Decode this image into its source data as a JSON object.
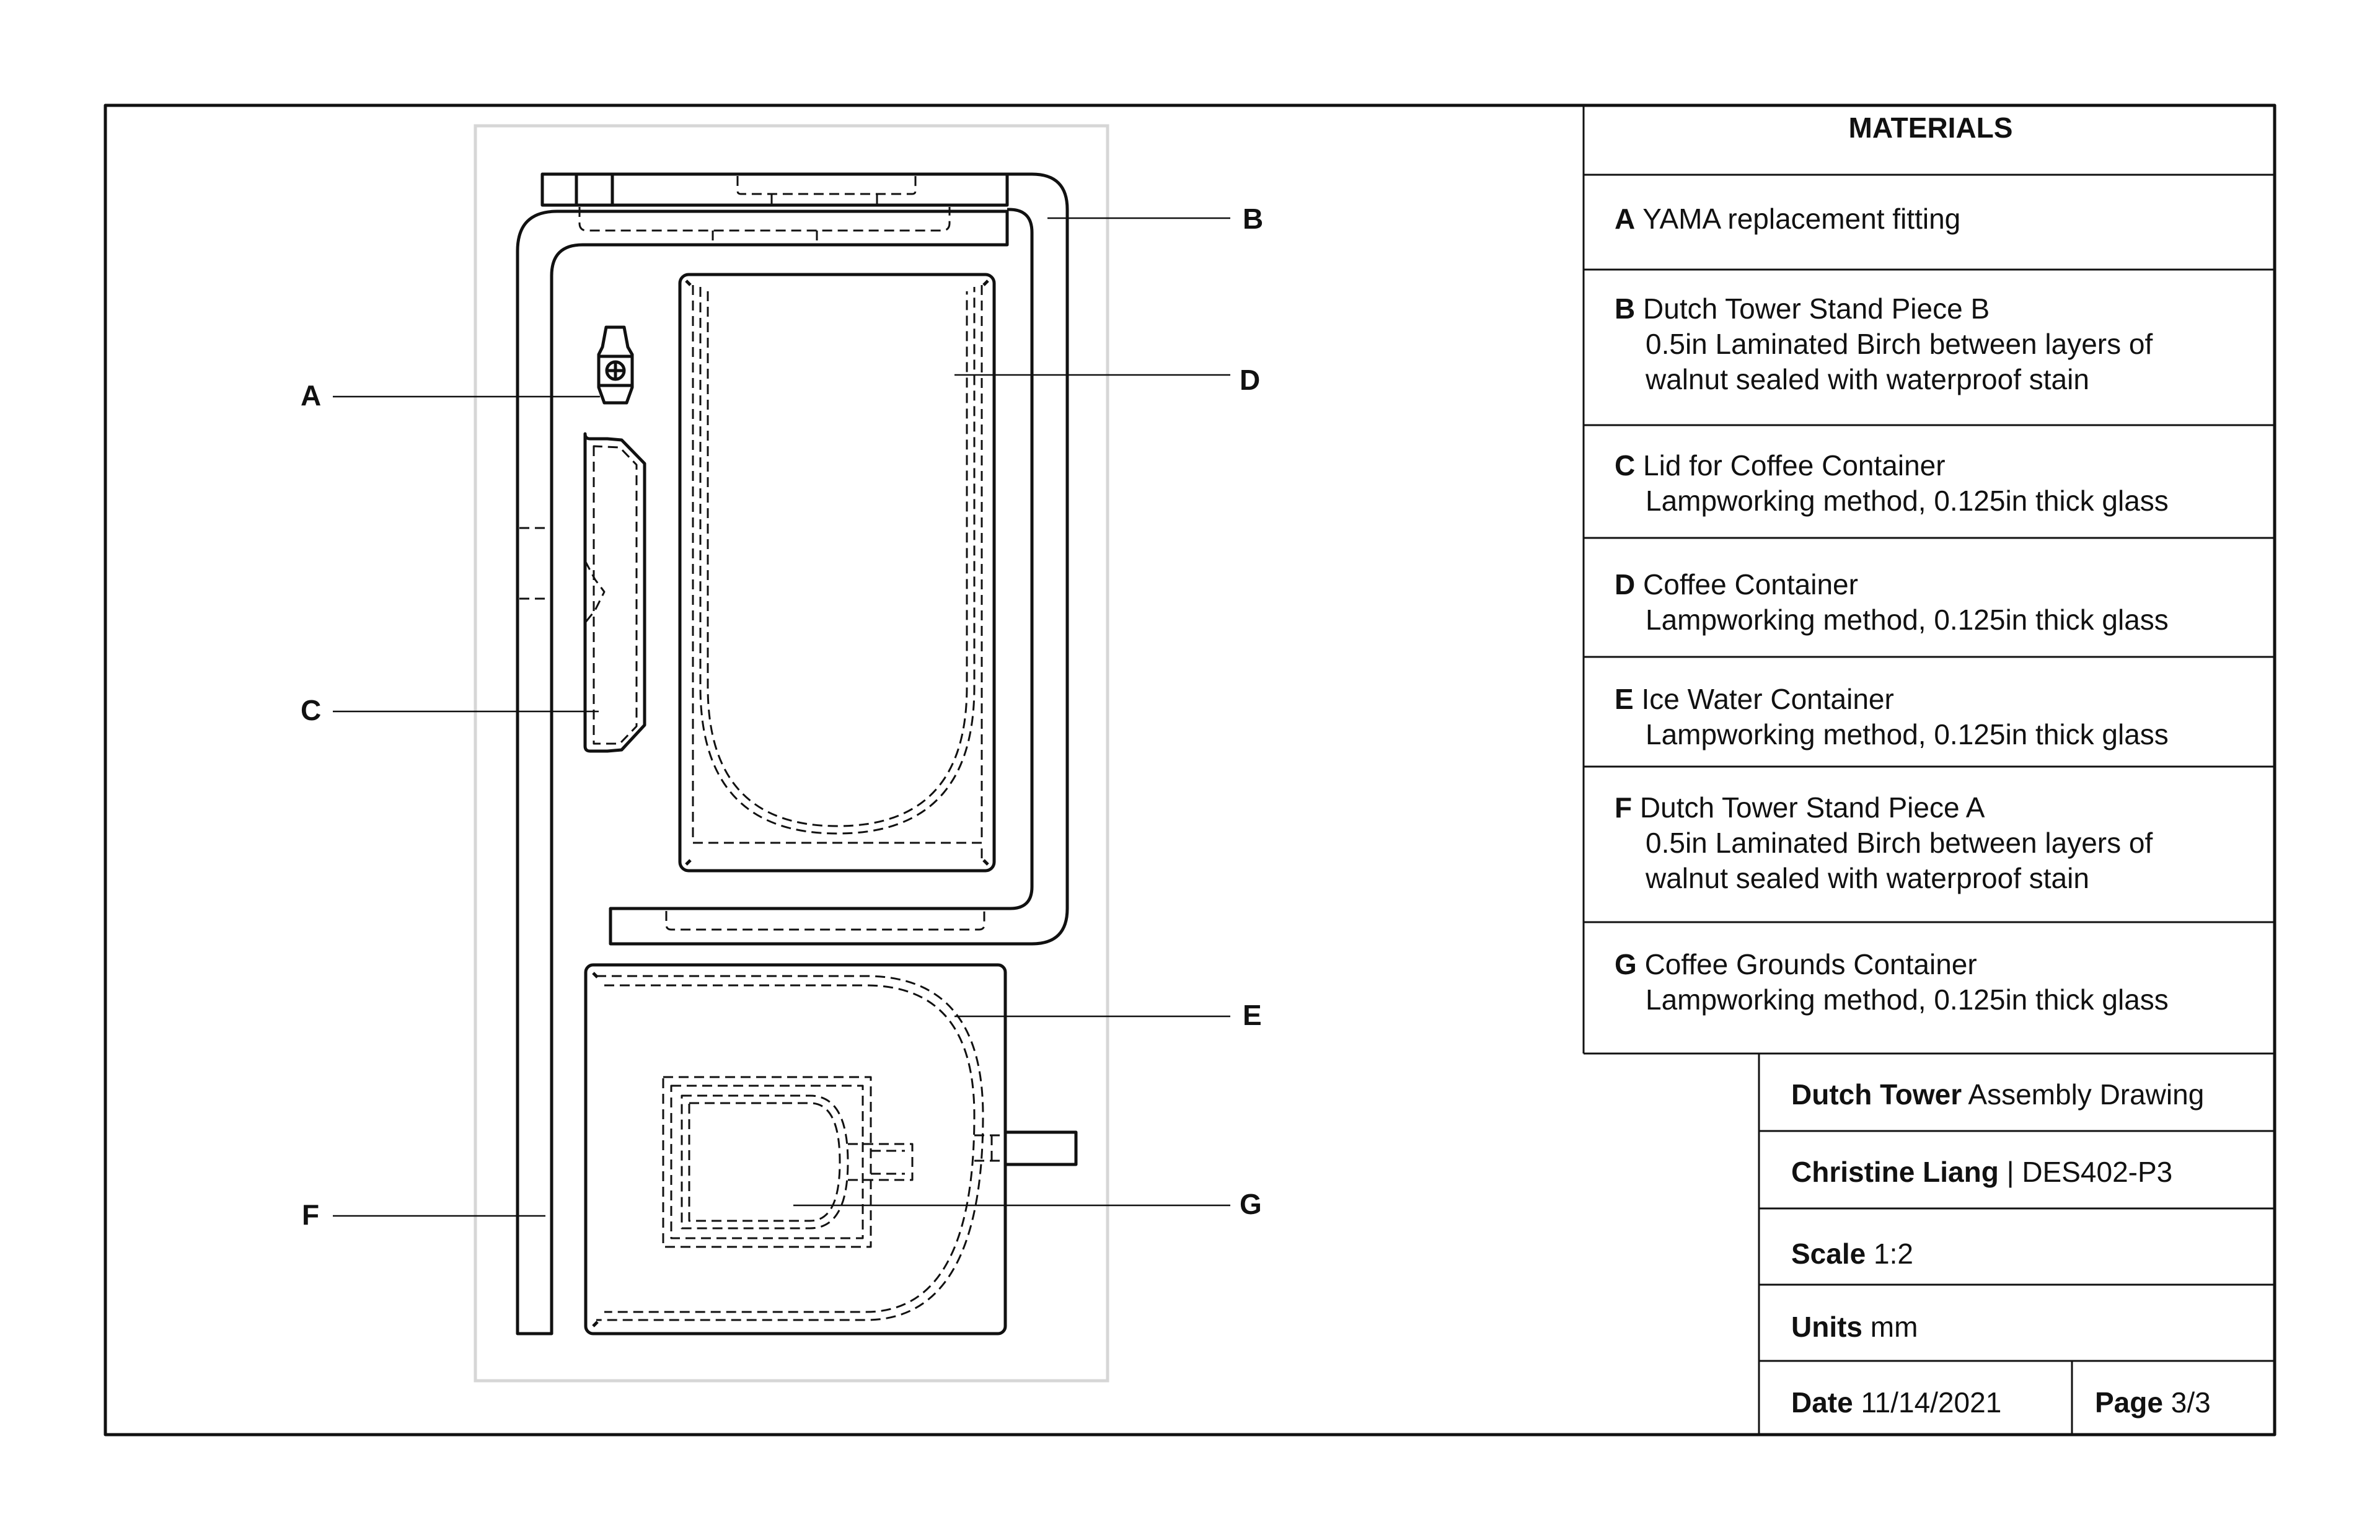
{
  "callouts": {
    "a": "A",
    "b": "B",
    "c": "C",
    "d": "D",
    "e": "E",
    "f": "F",
    "g": "G"
  },
  "materials": {
    "title": "MATERIALS",
    "items": [
      {
        "letter": "A",
        "name": "YAMA replacement fitting",
        "desc1": "",
        "desc2": ""
      },
      {
        "letter": "B",
        "name": "Dutch Tower Stand Piece B",
        "desc1": "0.5in Laminated Birch between layers of",
        "desc2": "walnut sealed with waterproof stain"
      },
      {
        "letter": "C",
        "name": "Lid for Coffee Container",
        "desc1": "Lampworking method, 0.125in thick glass",
        "desc2": ""
      },
      {
        "letter": "D",
        "name": "Coffee Container",
        "desc1": "Lampworking method, 0.125in thick glass",
        "desc2": ""
      },
      {
        "letter": "E",
        "name": "Ice Water Container",
        "desc1": "Lampworking method, 0.125in thick glass",
        "desc2": ""
      },
      {
        "letter": "F",
        "name": "Dutch Tower Stand Piece A",
        "desc1": "0.5in Laminated Birch  between layers of",
        "desc2": "walnut sealed with waterproof stain"
      },
      {
        "letter": "G",
        "name": "Coffee Grounds Container",
        "desc1": "Lampworking method, 0.125in thick glass",
        "desc2": ""
      }
    ]
  },
  "title_block": {
    "project_bold": "Dutch Tower",
    "project_rest": " Assembly Drawing",
    "author_bold": "Christine Liang",
    "author_rest": " | DES402-P3",
    "scale_label": "Scale",
    "scale_value": " 1:2",
    "units_label": "Units",
    "units_value": " mm",
    "date_label": "Date",
    "date_value": " 11/14/2021",
    "page_label": "Page",
    "page_value": " 3/3"
  }
}
